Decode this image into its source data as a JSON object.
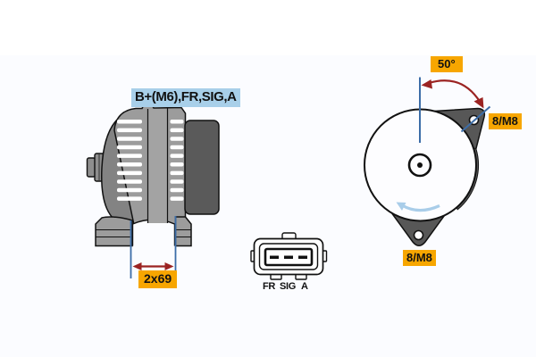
{
  "diagram": {
    "side_view": {
      "terminals_label": "B+(M6),FR,SIG,A",
      "mounting_dimension_label": "2x69"
    },
    "connector_view": {
      "pins": [
        "FR",
        "SIG",
        "A"
      ]
    },
    "rear_view": {
      "angle_label": "50°",
      "top_mount_label": "8/M8",
      "bottom_mount_label": "8/M8"
    },
    "colors": {
      "highlight_blue_bg": "#a8cfe9",
      "highlight_orange_bg": "#f7a600",
      "dimension_red": "#9b2322",
      "reference_blue": "#3c6da8",
      "rotation_arrow_blue": "#a9cde9"
    }
  }
}
